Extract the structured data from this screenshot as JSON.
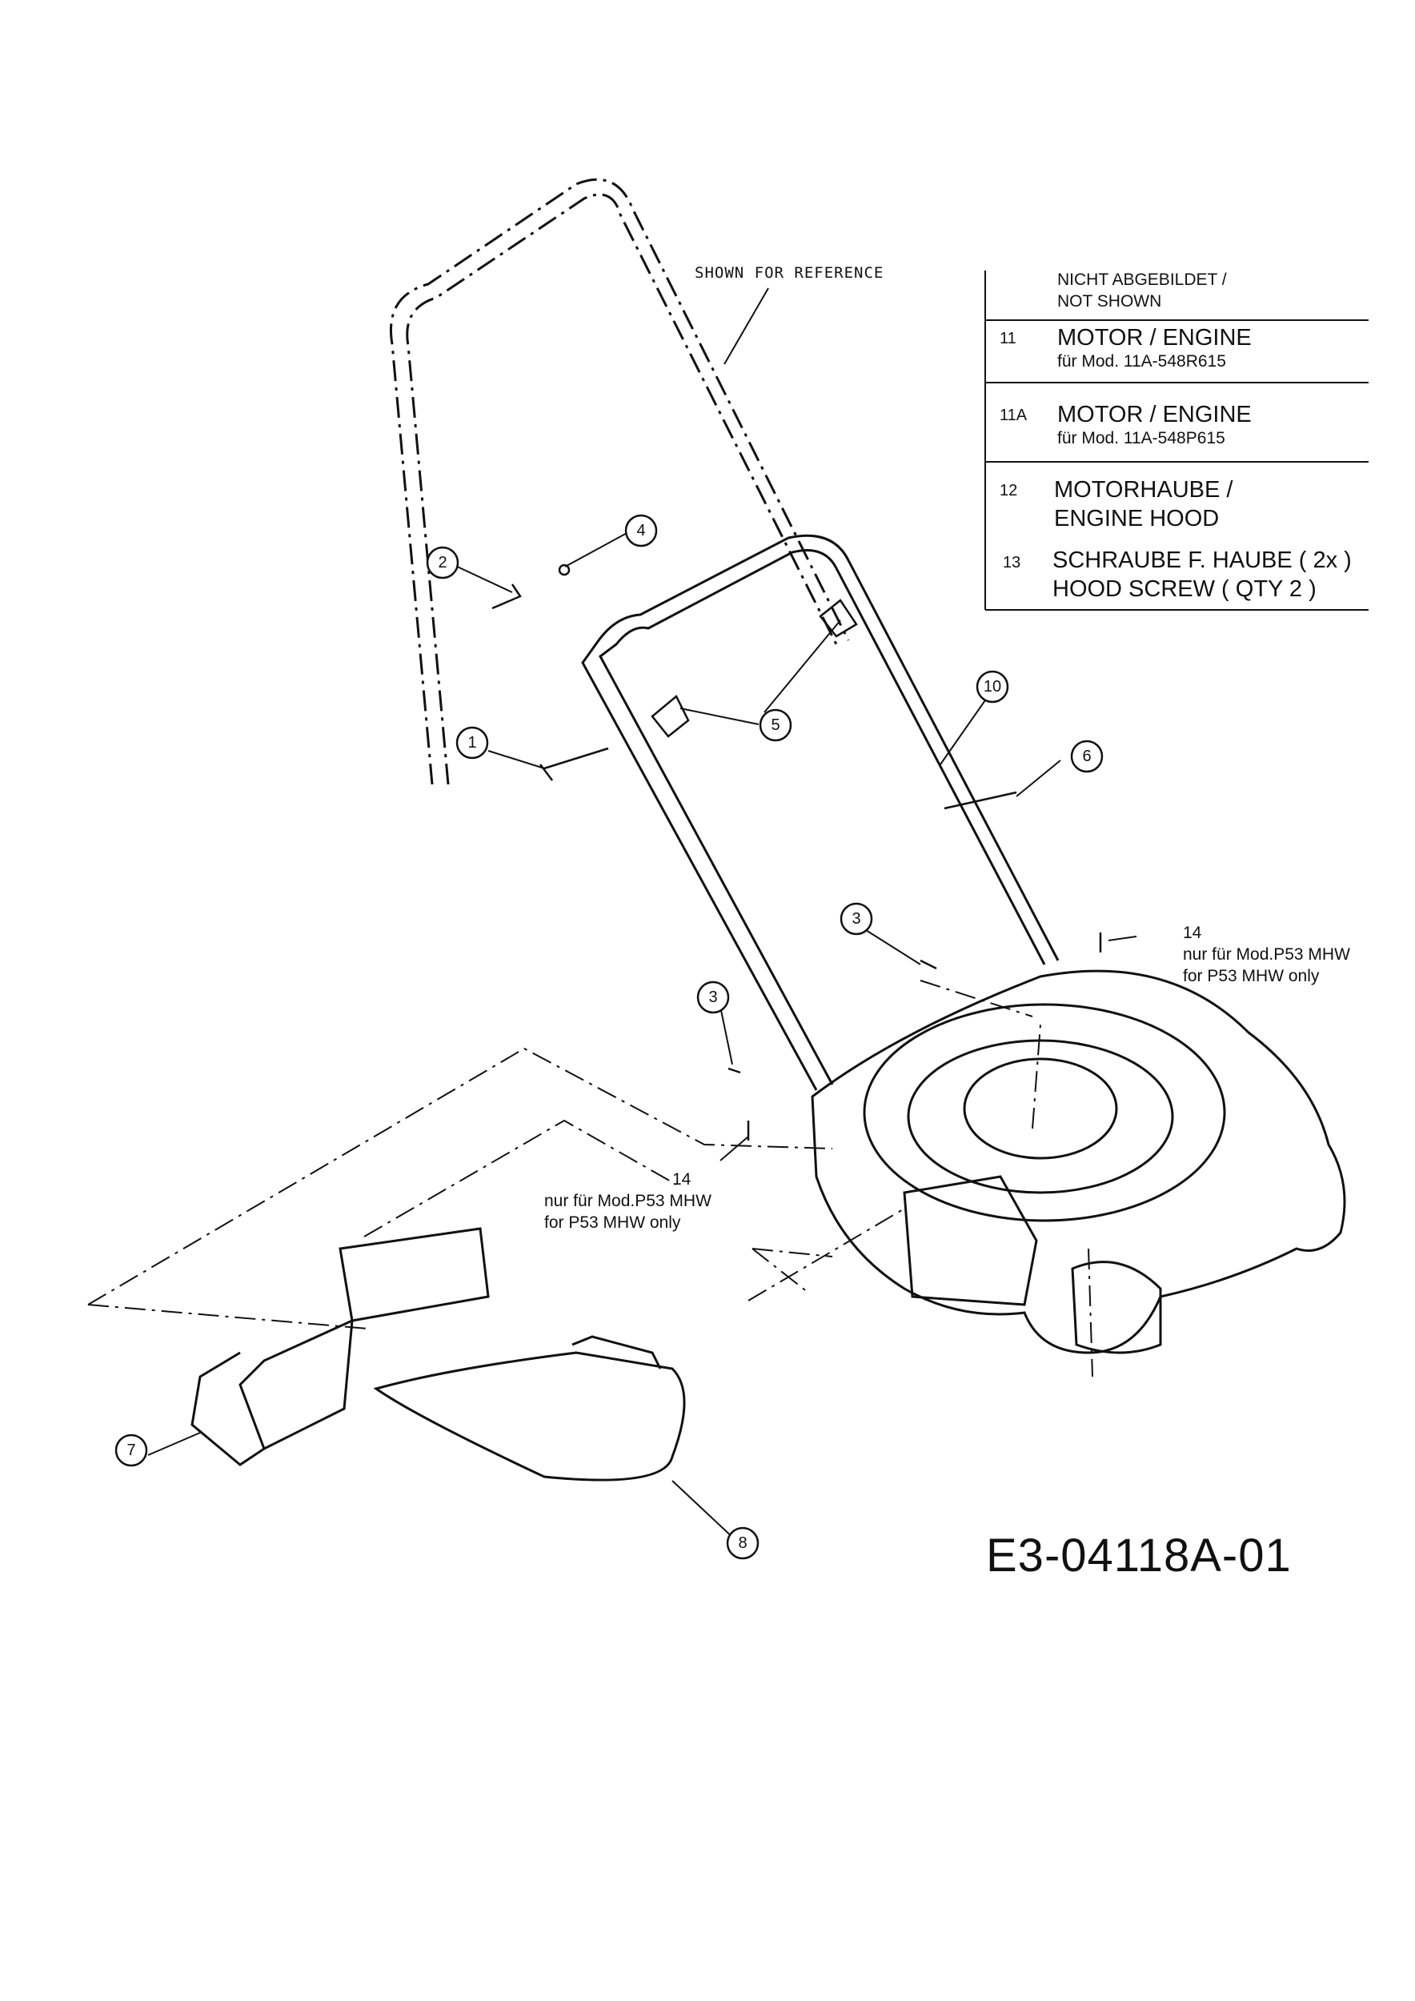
{
  "reference_note": "SHOWN FOR REFERENCE",
  "legend": {
    "header": [
      "NICHT ABGEBILDET /",
      "NOT SHOWN"
    ],
    "items": [
      {
        "num": "11",
        "title": "MOTOR / ENGINE",
        "sub": "für Mod. 11A-548R615"
      },
      {
        "num": "11A",
        "title": "MOTOR / ENGINE",
        "sub": "für Mod. 11A-548P615"
      },
      {
        "num": "12",
        "title": "MOTORHAUBE /",
        "title2": "ENGINE HOOD"
      },
      {
        "num": "13",
        "title": "SCHRAUBE F. HAUBE ( 2x )",
        "title2": "HOOD SCREW ( QTY 2 )"
      }
    ]
  },
  "callouts": [
    {
      "num": "14",
      "line1": "nur für Mod.P53 MHW",
      "line2": "for P53 MHW  only"
    },
    {
      "num": "14",
      "line1": "nur für Mod.P53 MHW",
      "line2": "for P53 MHW  only"
    }
  ],
  "balloons": [
    "1",
    "2",
    "3",
    "3",
    "4",
    "5",
    "6",
    "7",
    "8",
    "10"
  ],
  "drawing_number": "E3-04118A-01"
}
